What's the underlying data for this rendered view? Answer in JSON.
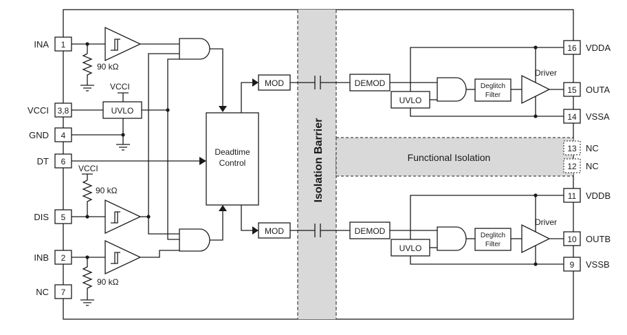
{
  "colors": {
    "line": "#1a1a1a",
    "barrier_fill": "#d9d9d9",
    "iso_fill": "#d9d9d9"
  },
  "left_pins": [
    {
      "num": "1",
      "name": "INA"
    },
    {
      "num": "3,8",
      "name": "VCCI"
    },
    {
      "num": "4",
      "name": "GND"
    },
    {
      "num": "6",
      "name": "DT"
    },
    {
      "num": "5",
      "name": "DIS"
    },
    {
      "num": "2",
      "name": "INB"
    },
    {
      "num": "7",
      "name": "NC"
    }
  ],
  "right_pins": [
    {
      "num": "16",
      "name": "VDDA"
    },
    {
      "num": "15",
      "name": "OUTA"
    },
    {
      "num": "14",
      "name": "VSSA"
    },
    {
      "num": "13",
      "name": "NC"
    },
    {
      "num": "12",
      "name": "NC"
    },
    {
      "num": "11",
      "name": "VDDB"
    },
    {
      "num": "10",
      "name": "OUTB"
    },
    {
      "num": "9",
      "name": "VSSB"
    }
  ],
  "labels": {
    "resistor_top": "90 kΩ",
    "resistor_dis": "90 kΩ",
    "resistor_bottom": "90 kΩ",
    "vcci_top": "VCCI",
    "vcci_dis": "VCCI",
    "uvlo_in": "UVLO",
    "deadtime_line1": "Deadtime",
    "deadtime_line2": "Control",
    "mod_a": "MOD",
    "mod_b": "MOD",
    "isolation_barrier": "Isolation Barrier",
    "demod_a": "DEMOD",
    "demod_b": "DEMOD",
    "uvlo_a": "UVLO",
    "uvlo_b": "UVLO",
    "deglitch_a_line1": "Deglitch",
    "deglitch_a_line2": "Filter",
    "deglitch_b_line1": "Deglitch",
    "deglitch_b_line2": "Filter",
    "driver_a": "Driver",
    "driver_b": "Driver",
    "functional_isolation": "Functional Isolation"
  }
}
